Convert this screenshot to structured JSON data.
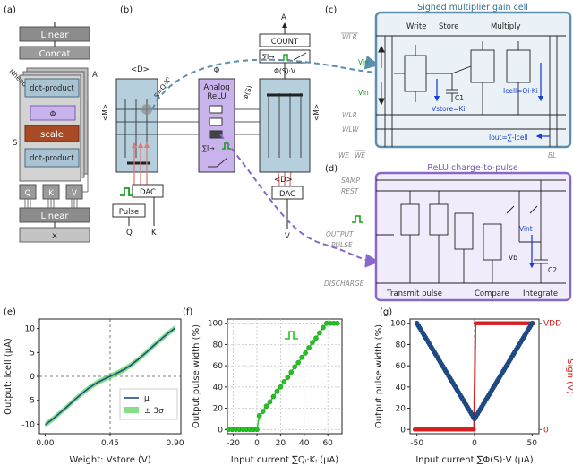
{
  "panels": {
    "a": "(a)",
    "b": "(b)",
    "c": "(c)",
    "d": "(d)",
    "e": "(e)",
    "f": "(f)",
    "g": "(g)"
  },
  "panel_a": {
    "linear_top": "Linear",
    "concat": "Concat",
    "nheads": "Nheads",
    "A": "A",
    "dot_product_top": "dot-product",
    "phi": "Φ",
    "scale": "scale",
    "S": "S",
    "dot_product_bottom": "dot-product",
    "Q": "Q",
    "K": "K",
    "V": "V",
    "linear_bottom": "Linear",
    "x": "x"
  },
  "panel_b": {
    "D_left": "<D>",
    "M_left": "<M>",
    "S_eq": "S=Q·Kᵀ",
    "phi": "Φ",
    "analog_relu": "Analog\nReLU",
    "sum_i": "∑I→",
    "phi_s": "Φ(S)",
    "M_right": "<M>",
    "D_right": "<D>",
    "dac_left": "DAC",
    "dac_right": "DAC",
    "pulse": "Pulse",
    "Q": "Q",
    "K": "K",
    "A": "A",
    "count": "COUNT",
    "sum_i_count": "∑I→",
    "phi_s_v": "Φ(S)·V",
    "V": "V"
  },
  "panel_c": {
    "title": "Signed multiplier gain cell",
    "write": "Write",
    "store": "Store",
    "multiply": "Multiply",
    "wlr_bar": "WLR",
    "vin_top": "Vin",
    "vin_bottom": "Vin",
    "c1": "C1",
    "v_store": "Vstore=Ki",
    "i_cell": "Icell=Qi·Ki",
    "wlr": "WLR",
    "wlw": "WLW",
    "i_out": "Iout=∑-Icell",
    "we": "WE",
    "we_bar": "WE",
    "bl": "BL"
  },
  "panel_d": {
    "title": "ReLU charge-to-pulse",
    "samp": "SAMP",
    "rest": "REST",
    "output": "OUTPUT",
    "pulse": "PULSE",
    "v_int": "Vint",
    "v_b": "Vb",
    "c2": "C2",
    "discharge": "DISCHARGE",
    "transmit": "Transmit pulse",
    "compare": "Compare",
    "integrate": "Integrate"
  },
  "colors": {
    "accent_blue_panel": "#5a8fb0",
    "blue_panel_fill": "#eaf2f7",
    "accent_purple_panel": "#8a68c9",
    "purple_panel_fill": "#f1ecfb",
    "crossbar_fill": "#b6cfdc",
    "relu_fill": "#c9b3ec",
    "scale_fill": "#a84a23",
    "stack_fill": "#9a9a9a",
    "blue_series": "#1f4e8c",
    "green_series": "#22c422",
    "red_series": "#d62020",
    "pulse_green": "#19a019"
  },
  "chart_data": [
    {
      "type": "line",
      "panel": "(e)",
      "xlabel": "Weight: Vstore (V)",
      "ylabel": "Output: Icell (μA)",
      "xlim": [
        -0.04,
        0.94
      ],
      "ylim": [
        -12,
        12
      ],
      "xticks": [
        "0.00",
        "0.45",
        "0.90"
      ],
      "yticks": [
        "-10",
        "-5",
        "0",
        "5",
        "10"
      ],
      "legend_position": "lower-right",
      "series": [
        {
          "name": "μ",
          "x": [
            0.0,
            0.05,
            0.1,
            0.15,
            0.2,
            0.25,
            0.3,
            0.35,
            0.4,
            0.45,
            0.5,
            0.55,
            0.6,
            0.65,
            0.7,
            0.75,
            0.8,
            0.85,
            0.9
          ],
          "y": [
            -10.1,
            -9.0,
            -7.7,
            -6.4,
            -5.0,
            -3.7,
            -2.5,
            -1.5,
            -0.7,
            0.0,
            0.7,
            1.5,
            2.5,
            3.7,
            5.0,
            6.4,
            7.7,
            9.0,
            10.1
          ]
        },
        {
          "name": "± 3σ",
          "band": 0.6
        }
      ]
    },
    {
      "type": "line",
      "panel": "(f)",
      "xlabel": "Input current ∑Qᵢ·Kᵢ (μA)",
      "ylabel": "Output pulse width (%)",
      "xlim": [
        -25,
        72
      ],
      "ylim": [
        -4,
        104
      ],
      "xticks": [
        "-20",
        "0",
        "20",
        "40",
        "60"
      ],
      "yticks": [
        "0",
        "20",
        "40",
        "60",
        "80",
        "100"
      ],
      "series": [
        {
          "x": [
            -24,
            -21,
            -18,
            -15,
            -12,
            -9,
            -6,
            -3,
            0,
            2,
            5,
            8,
            11,
            14,
            17,
            20,
            23,
            26,
            29,
            32,
            35,
            38,
            41,
            44,
            47,
            50,
            53,
            56,
            59,
            62,
            65,
            68
          ],
          "y": [
            0,
            0,
            0,
            0,
            0,
            0,
            0,
            0,
            0,
            13,
            17,
            22,
            26,
            31,
            36,
            40,
            45,
            49,
            54,
            59,
            63,
            68,
            72,
            77,
            82,
            86,
            91,
            96,
            100,
            100,
            100,
            100
          ]
        }
      ]
    },
    {
      "type": "scatter",
      "panel": "(g)",
      "xlabel": "Input current ∑Φ(S)·V (μA)",
      "ylabel": "Output pulse width (%)",
      "ylabel_right": "Sign (V)",
      "xlim": [
        -56,
        56
      ],
      "ylim": [
        -4,
        104
      ],
      "xticks": [
        "-50",
        "0",
        "50"
      ],
      "yticks": [
        "0",
        "20",
        "40",
        "60",
        "80",
        "100"
      ],
      "yticks_right": [
        "0",
        "VDD"
      ],
      "series": [
        {
          "name": "pulse width",
          "x": [
            -50,
            -45,
            -40,
            -35,
            -30,
            -25,
            -20,
            -15,
            -10,
            -5,
            0,
            5,
            10,
            15,
            20,
            25,
            30,
            35,
            40,
            45,
            50
          ],
          "y": [
            100,
            91,
            82,
            73,
            64,
            55,
            46,
            37,
            28,
            19,
            10,
            19,
            28,
            37,
            46,
            55,
            64,
            73,
            82,
            91,
            100
          ]
        },
        {
          "name": "sign",
          "x": [
            -50,
            -40,
            -30,
            -20,
            -10,
            -1,
            1,
            10,
            20,
            30,
            40,
            50
          ],
          "y": [
            0,
            0,
            0,
            0,
            0,
            0,
            1,
            1,
            1,
            1,
            1,
            1
          ]
        }
      ]
    }
  ]
}
